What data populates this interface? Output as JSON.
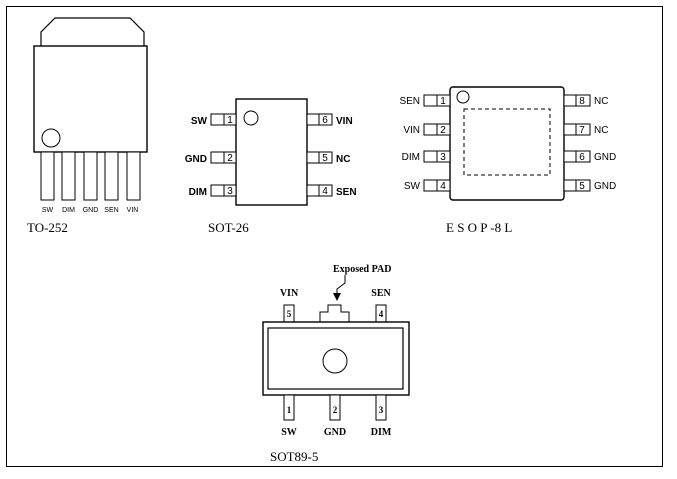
{
  "packages": {
    "to252": {
      "caption": "TO-252",
      "pins": [
        "SW",
        "DIM",
        "GND",
        "SEN",
        "VIN"
      ]
    },
    "sot26": {
      "caption": "SOT-26",
      "left_pins": [
        {
          "num": "1",
          "label": "SW"
        },
        {
          "num": "2",
          "label": "GND"
        },
        {
          "num": "3",
          "label": "DIM"
        }
      ],
      "right_pins": [
        {
          "num": "6",
          "label": "VIN"
        },
        {
          "num": "5",
          "label": "NC"
        },
        {
          "num": "4",
          "label": "SEN"
        }
      ]
    },
    "esop8": {
      "caption": "E S O P -8  L",
      "left_pins": [
        {
          "num": "1",
          "label": "SEN"
        },
        {
          "num": "2",
          "label": "VIN"
        },
        {
          "num": "3",
          "label": "DIM"
        },
        {
          "num": "4",
          "label": "SW"
        }
      ],
      "right_pins": [
        {
          "num": "8",
          "label": "NC"
        },
        {
          "num": "7",
          "label": "NC"
        },
        {
          "num": "6",
          "label": "GND"
        },
        {
          "num": "5",
          "label": "GND"
        }
      ]
    },
    "sot89": {
      "caption": "SOT89-5",
      "pad_label": "Exposed PAD",
      "top_pins": [
        {
          "num": "5",
          "label": "VIN"
        },
        {
          "num": "4",
          "label": "SEN"
        }
      ],
      "bottom_pins": [
        {
          "num": "1",
          "label": "SW"
        },
        {
          "num": "2",
          "label": "GND"
        },
        {
          "num": "3",
          "label": "DIM"
        }
      ]
    }
  }
}
